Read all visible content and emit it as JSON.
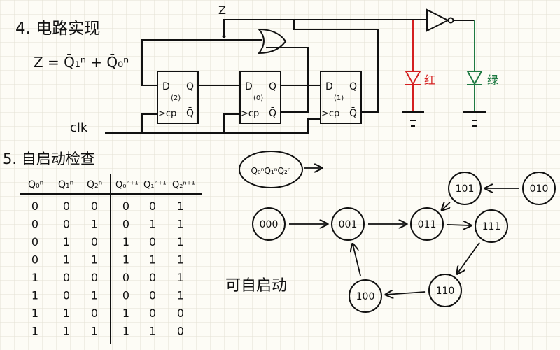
{
  "section4": {
    "title": "4. 电路实现",
    "z_formula": "Z = Q̄₁ⁿ + Q̄₀ⁿ",
    "z_label": "Z",
    "clk_label": "clk",
    "flipflops": [
      {
        "d": "D",
        "q": "Q",
        "index": "(2)",
        "cp": ">cp",
        "qbar": "Q̄"
      },
      {
        "d": "D",
        "q": "Q",
        "index": "(0)",
        "cp": ">cp",
        "qbar": "Q̄"
      },
      {
        "d": "D",
        "q": "Q",
        "index": "(1)",
        "cp": ">cp",
        "qbar": "Q̄"
      }
    ],
    "led_red_label": "红",
    "led_green_label": "绿",
    "colors": {
      "red": "#d42020",
      "green": "#1f7a43",
      "ink": "#111111"
    }
  },
  "section5": {
    "title": "5. 自启动检查",
    "table": {
      "headers": [
        "Q₀ⁿ",
        "Q₁ⁿ",
        "Q₂ⁿ",
        "Q₀ⁿ⁺¹",
        "Q₁ⁿ⁺¹",
        "Q₂ⁿ⁺¹"
      ],
      "rows": [
        [
          "0",
          "0",
          "0",
          "0",
          "0",
          "1"
        ],
        [
          "0",
          "0",
          "1",
          "0",
          "1",
          "1"
        ],
        [
          "0",
          "1",
          "0",
          "1",
          "0",
          "1"
        ],
        [
          "0",
          "1",
          "1",
          "1",
          "1",
          "1"
        ],
        [
          "1",
          "0",
          "0",
          "0",
          "0",
          "1"
        ],
        [
          "1",
          "0",
          "1",
          "0",
          "0",
          "1"
        ],
        [
          "1",
          "1",
          "0",
          "1",
          "0",
          "0"
        ],
        [
          "1",
          "1",
          "1",
          "1",
          "1",
          "0"
        ]
      ]
    },
    "state_order_label": "Q₀ⁿQ₁ⁿQ₂ⁿ",
    "conclusion": "可自启动",
    "states": [
      "000",
      "001",
      "011",
      "111",
      "110",
      "100",
      "101",
      "010"
    ]
  }
}
